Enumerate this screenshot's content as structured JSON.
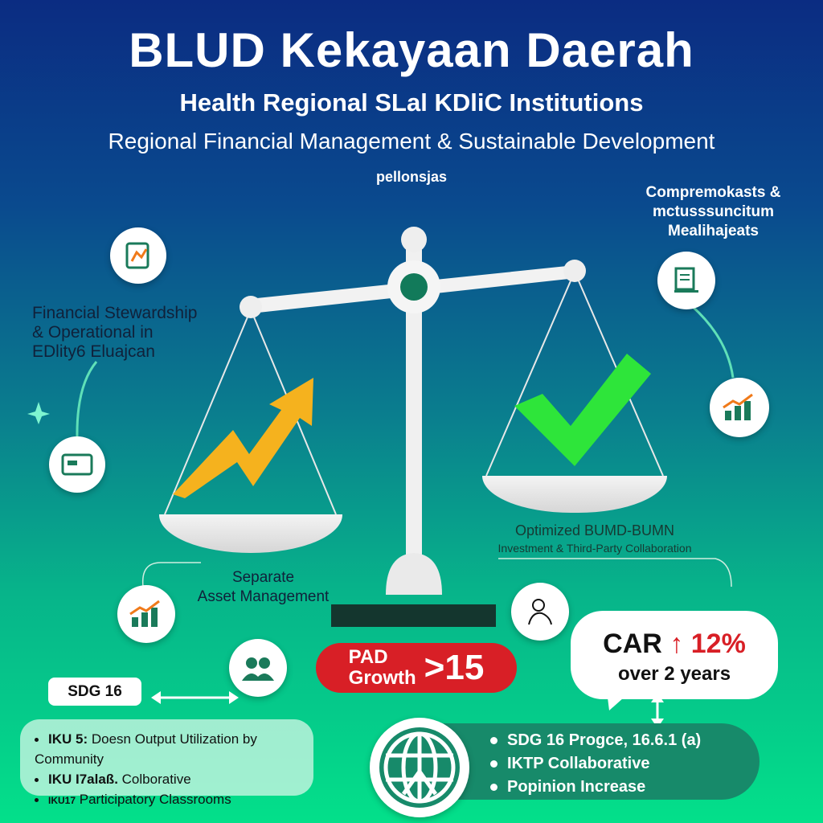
{
  "header": {
    "title": "BLUD Kekayaan Daerah",
    "subtitle": "Health Regional SLal KDliC Institutions",
    "tagline": "Regional Financial Management & Sustainable Development",
    "small_label": "pellonsjas"
  },
  "right_top": {
    "line1": "Compremokasts &",
    "line2": "mctusssuncitum",
    "line3": "Mealihajeats"
  },
  "left_text": {
    "line1": "Financial Stewardship",
    "line2": "& Operational in",
    "line3": "EDlity6 Eluajcan"
  },
  "right_pan_label": {
    "line1": "Optimized BUMD-BUMN",
    "line2": "Investment & Third-Party Collaboration"
  },
  "left_pan_label": {
    "line1": "Separate",
    "line2": "Asset Management"
  },
  "pad": {
    "label1": "PAD",
    "label2": "Growth",
    "value": ">15"
  },
  "car": {
    "label": "CAR",
    "arrow": "↑",
    "value": "12%",
    "period": "over 2 years"
  },
  "sdg_label": "SDG 16",
  "left_box": {
    "items": [
      {
        "key": "IKU 5:",
        "text": "Doesn Output Utilization  by Community"
      },
      {
        "key": "IKU I7alaß.",
        "text": "Colborative"
      },
      {
        "key": "IKU17",
        "text": "Participatory Classrooms"
      }
    ]
  },
  "right_box": {
    "items": [
      "SDG 16 Progce, 16.6.1 (a)",
      "IKTP Collaborative",
      "Popinion Increase"
    ]
  },
  "colors": {
    "accent_red": "#d81f26",
    "teal": "#178a6a",
    "icon_green": "#1a7a5a",
    "icon_orange": "#f07a1a"
  }
}
